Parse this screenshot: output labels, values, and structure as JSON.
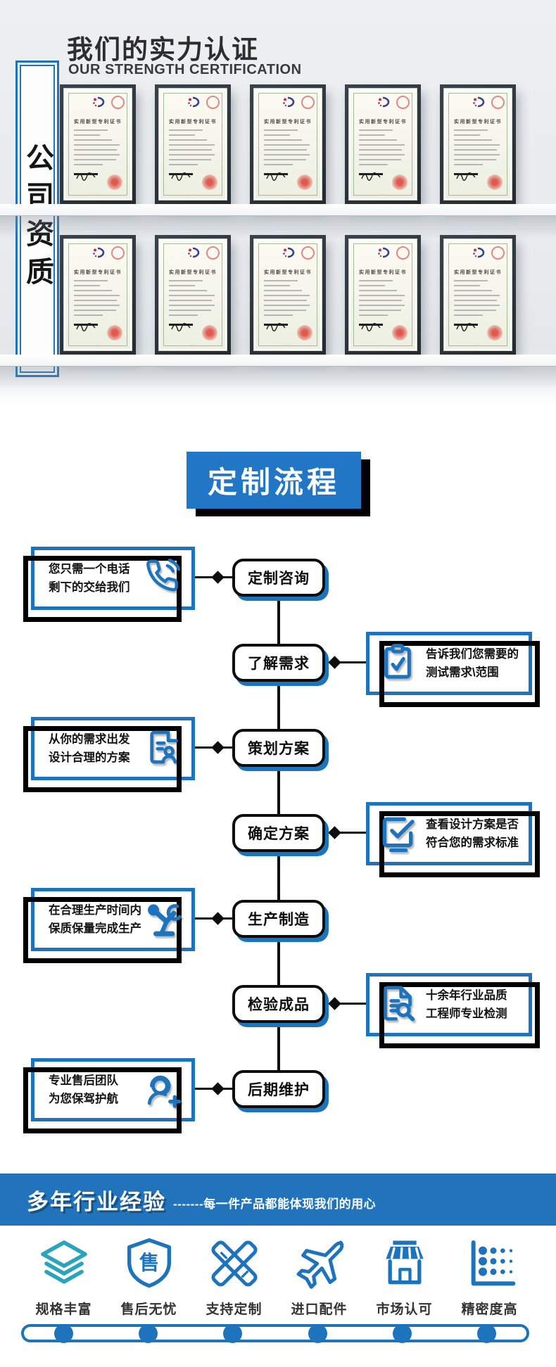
{
  "cert_section": {
    "side_label": "公司资质",
    "title": "我们的实力认证",
    "subtitle": "OUR STRENGTH CERTIFICATION",
    "certificate_title": "实用新型专利证书",
    "shelves": [
      5,
      5
    ]
  },
  "process": {
    "header": "定制流程",
    "steps": [
      {
        "label": "定制咨询",
        "side": "left",
        "icon": "phone-icon",
        "note_lines": [
          "您只需一个电话",
          "剩下的交给我们"
        ]
      },
      {
        "label": "了解需求",
        "side": "right",
        "icon": "clipboard-check-icon",
        "note_lines": [
          "告诉我们您需要的",
          "测试需求\\范围"
        ]
      },
      {
        "label": "策划方案",
        "side": "left",
        "icon": "document-profile-icon",
        "note_lines": [
          "从你的需求出发",
          "设计合理的方案"
        ]
      },
      {
        "label": "确定方案",
        "side": "right",
        "icon": "check-square-icon",
        "note_lines": [
          "查看设计方案是否",
          "符合您的需求标准"
        ]
      },
      {
        "label": "生产制造",
        "side": "left",
        "icon": "robot-arm-icon",
        "note_lines": [
          "在合理生产时间内",
          "保质保量完成生产"
        ]
      },
      {
        "label": "检验成品",
        "side": "right",
        "icon": "document-search-icon",
        "note_lines": [
          "十余年行业品质",
          "工程师专业检测"
        ]
      },
      {
        "label": "后期维护",
        "side": "left",
        "icon": "customer-service-icon",
        "note_lines": [
          "专业售后团队",
          "为您保驾护航"
        ]
      }
    ]
  },
  "experience": {
    "title": "多年行业经验",
    "tagline": "-------每一件产品都能体现我们的用心",
    "features": [
      {
        "label": "规格丰富",
        "icon": "layers-icon",
        "color": "#2aa4bc"
      },
      {
        "label": "售后无忧",
        "icon": "shield-icon",
        "color": "#1e73bd",
        "badge_char": "售"
      },
      {
        "label": "支持定制",
        "icon": "design-tools-icon",
        "color": "#1e73bd"
      },
      {
        "label": "进口配件",
        "icon": "plane-icon",
        "color": "#1e73bd"
      },
      {
        "label": "市场认可",
        "icon": "store-icon",
        "color": "#1e73bd"
      },
      {
        "label": "精密度高",
        "icon": "precision-chart-icon",
        "color": "#1e73bd"
      }
    ]
  },
  "colors": {
    "accent_blue": "#1e73bd",
    "teal": "#2aa4bc",
    "ink": "#0d0d0d",
    "header_blue": "#2176c5"
  }
}
